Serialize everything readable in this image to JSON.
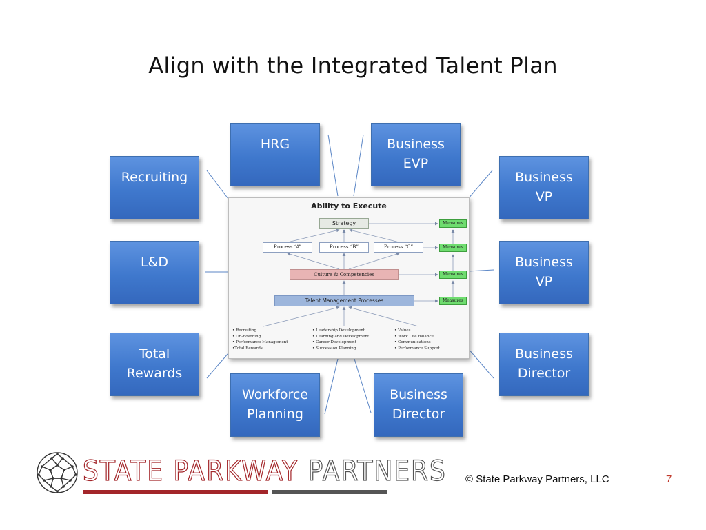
{
  "title": "Align with the Integrated Talent Plan",
  "boxes": {
    "hrg": "HRG",
    "business_evp": "Business\nEVP",
    "recruiting": "Recruiting",
    "business_vp_1": "Business\nVP",
    "ld": "L&D",
    "business_vp_2": "Business\nVP",
    "total_rewards": "Total\nRewards",
    "business_director_right": "Business\nDirector",
    "workforce_planning": "Workforce\nPlanning",
    "business_director_bottom": "Business\nDirector"
  },
  "figure": {
    "title": "Ability to Execute",
    "strategy": "Strategy",
    "process_a": "Process “A”",
    "process_b": "Process “B”",
    "process_c": "Process “C”",
    "culture": "Culture & Competencies",
    "tmp": "Talent Management Processes",
    "measures": "Measures",
    "list1": [
      "• Recruiting",
      "• On-Boarding",
      "• Performance Management",
      "•Total Rewards"
    ],
    "list2": [
      "• Leadership Development",
      "• Learning and Development",
      "• Career Development",
      "• Succession Planning"
    ],
    "list3": [
      "• Values",
      "• Work Life Balance",
      "• Communications",
      "• Performance Support"
    ]
  },
  "footer": {
    "logo_state": "STATE PARKWAY",
    "logo_partners": "PARTNERS",
    "copyright": "© State Parkway Partners, LLC",
    "page_number": "7"
  },
  "colors": {
    "box_blue": "#4a82d4",
    "logo_red": "#a3262a",
    "logo_gray": "#555555",
    "measures_green": "#6fdc6f"
  }
}
